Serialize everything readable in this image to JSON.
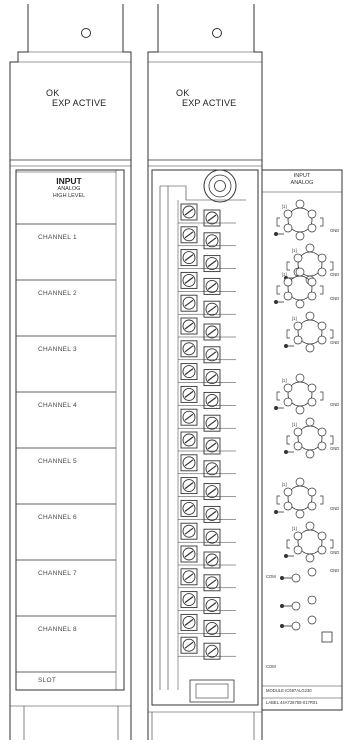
{
  "left_module": {
    "status_ok": "OK",
    "status_exp": "EXP ACTIVE",
    "header_title": "INPUT",
    "header_line2": "ANALOG",
    "header_line3": "HIGH LEVEL",
    "channels": [
      "CHANNEL 1",
      "CHANNEL 2",
      "CHANNEL 3",
      "CHANNEL 4",
      "CHANNEL 5",
      "CHANNEL 6",
      "CHANNEL 7",
      "CHANNEL 8"
    ],
    "slot_label": "SLOT"
  },
  "right_module": {
    "status_ok": "OK",
    "status_exp": "EXP ACTIVE",
    "label_title_line1": "INPUT",
    "label_title_line2": "ANALOG",
    "terminal_count": 20,
    "label_gnd": "GND",
    "label_com": "COM",
    "label_bracket": "[1]",
    "module_text": "MODULE  IC697ALG230",
    "label_text": "LABEL  44A726758-017R01"
  }
}
